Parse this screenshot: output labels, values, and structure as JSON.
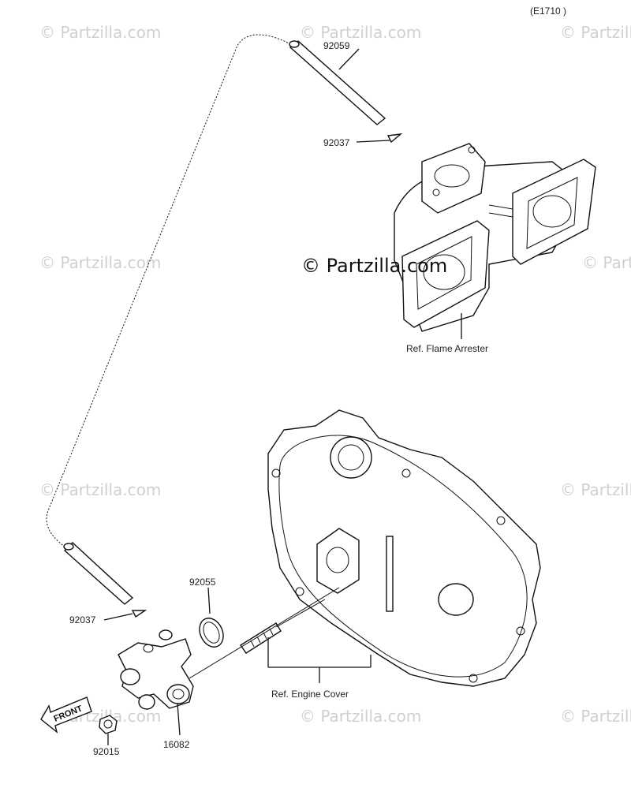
{
  "diagram_code": "(E1710 )",
  "watermark": {
    "text": "© Partzilla.com",
    "center_text": "© Partzilla.com"
  },
  "parts": {
    "hose_upper": "92059",
    "clamp_upper": "92037",
    "clamp_lower": "92037",
    "gasket": "92055",
    "nut": "92015",
    "fitting": "16082"
  },
  "references": {
    "flame_arrester": "Ref. Flame Arrester",
    "engine_cover": "Ref. Engine Cover"
  },
  "front_marker": "FRONT"
}
